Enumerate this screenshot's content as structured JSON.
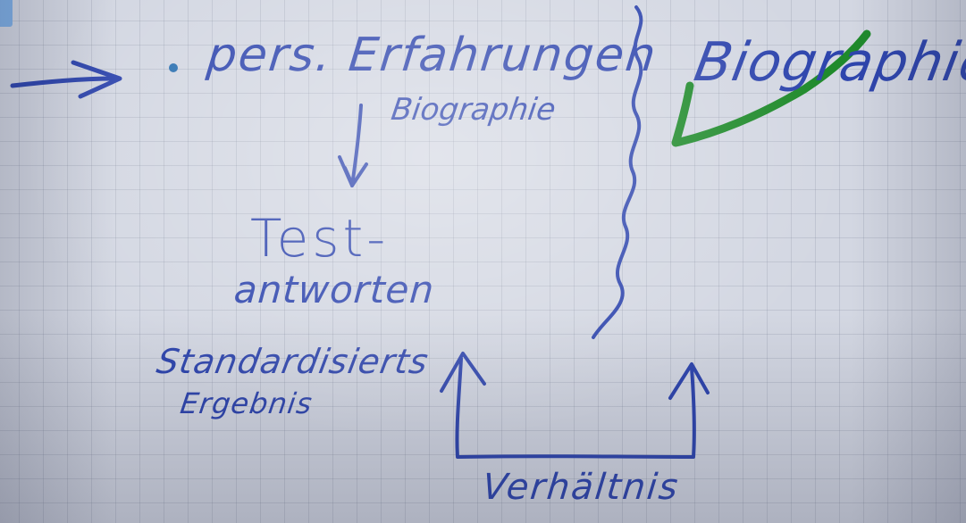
{
  "flipchart": {
    "main_item": "pers. Erfahrungen",
    "sub_item": "Biographie",
    "test_line_1": "Test-",
    "test_line_2": "antworten",
    "standard_line_1": "Standardisierts",
    "standard_line_2": "Ergebnis",
    "right_label": "Biographie",
    "bottom_label": "Verhältnis"
  },
  "colors": {
    "ink_blue": "#2e45ad",
    "ink_green": "#1f8a2b",
    "paper": "#d3d7e2",
    "grid": "#7880968a"
  },
  "icons": [
    "arrow-right-icon",
    "bullet-icon",
    "down-arrow-icon",
    "wavy-divider-icon",
    "checkmark-icon",
    "bracket-arrows-icon"
  ]
}
